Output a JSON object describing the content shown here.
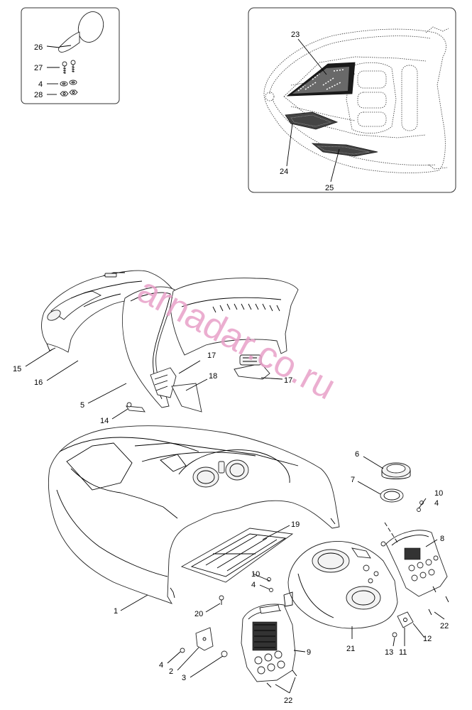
{
  "watermark": "arnadar.co.ru",
  "callouts": [
    {
      "id": "c26",
      "text": "26"
    },
    {
      "id": "c27",
      "text": "27"
    },
    {
      "id": "c4a",
      "text": "4"
    },
    {
      "id": "c28",
      "text": "28"
    },
    {
      "id": "c23",
      "text": "23"
    },
    {
      "id": "c24",
      "text": "24"
    },
    {
      "id": "c25",
      "text": "25"
    },
    {
      "id": "c15",
      "text": "15"
    },
    {
      "id": "c16",
      "text": "16"
    },
    {
      "id": "c5",
      "text": "5"
    },
    {
      "id": "c17a",
      "text": "17"
    },
    {
      "id": "c18",
      "text": "18"
    },
    {
      "id": "c17b",
      "text": "17"
    },
    {
      "id": "c14",
      "text": "14"
    },
    {
      "id": "c6",
      "text": "6"
    },
    {
      "id": "c7",
      "text": "7"
    },
    {
      "id": "c10a",
      "text": "10"
    },
    {
      "id": "c4b",
      "text": "4"
    },
    {
      "id": "c8",
      "text": "8"
    },
    {
      "id": "c19",
      "text": "19"
    },
    {
      "id": "c10b",
      "text": "10"
    },
    {
      "id": "c4c",
      "text": "4"
    },
    {
      "id": "c1",
      "text": "1"
    },
    {
      "id": "c20",
      "text": "20"
    },
    {
      "id": "c22a",
      "text": "22"
    },
    {
      "id": "c12",
      "text": "12"
    },
    {
      "id": "c21",
      "text": "21"
    },
    {
      "id": "c13",
      "text": "13"
    },
    {
      "id": "c11",
      "text": "11"
    },
    {
      "id": "c9",
      "text": "9"
    },
    {
      "id": "c4d",
      "text": "4"
    },
    {
      "id": "c2",
      "text": "2"
    },
    {
      "id": "c3",
      "text": "3"
    },
    {
      "id": "c22b",
      "text": "22"
    }
  ]
}
